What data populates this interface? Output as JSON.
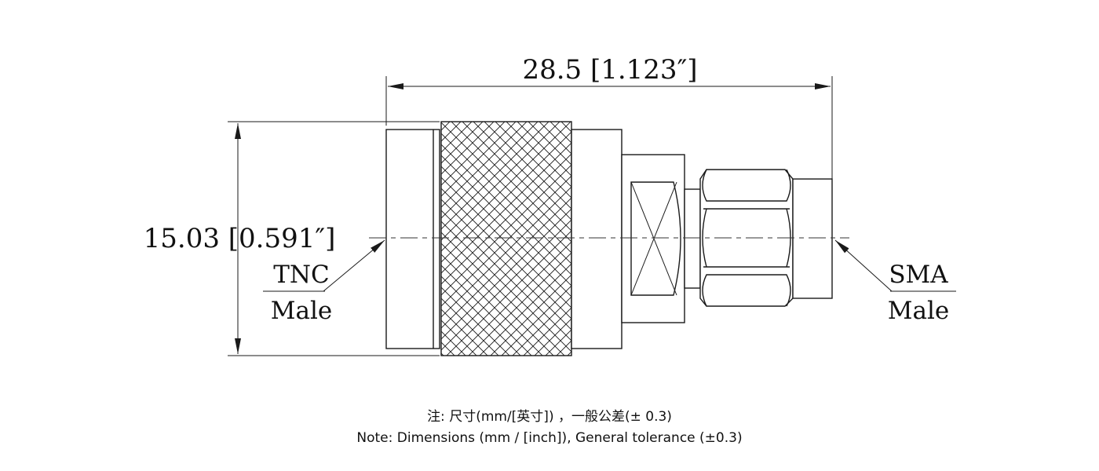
{
  "dimensions": {
    "length": "28.5 [1.123″]",
    "height": "15.03 [0.591″]"
  },
  "labels": {
    "left_top": "TNC",
    "left_bottom": "Male",
    "right_top": "SMA",
    "right_bottom": "Male"
  },
  "notes": {
    "chinese": "注: 尺寸(mm/[英寸]) ，一般公差(± 0.3)",
    "english": "Note: Dimensions (mm / [inch]), General tolerance (±0.3)"
  },
  "colors": {
    "line": "#1a1a1a",
    "background": "#ffffff"
  }
}
